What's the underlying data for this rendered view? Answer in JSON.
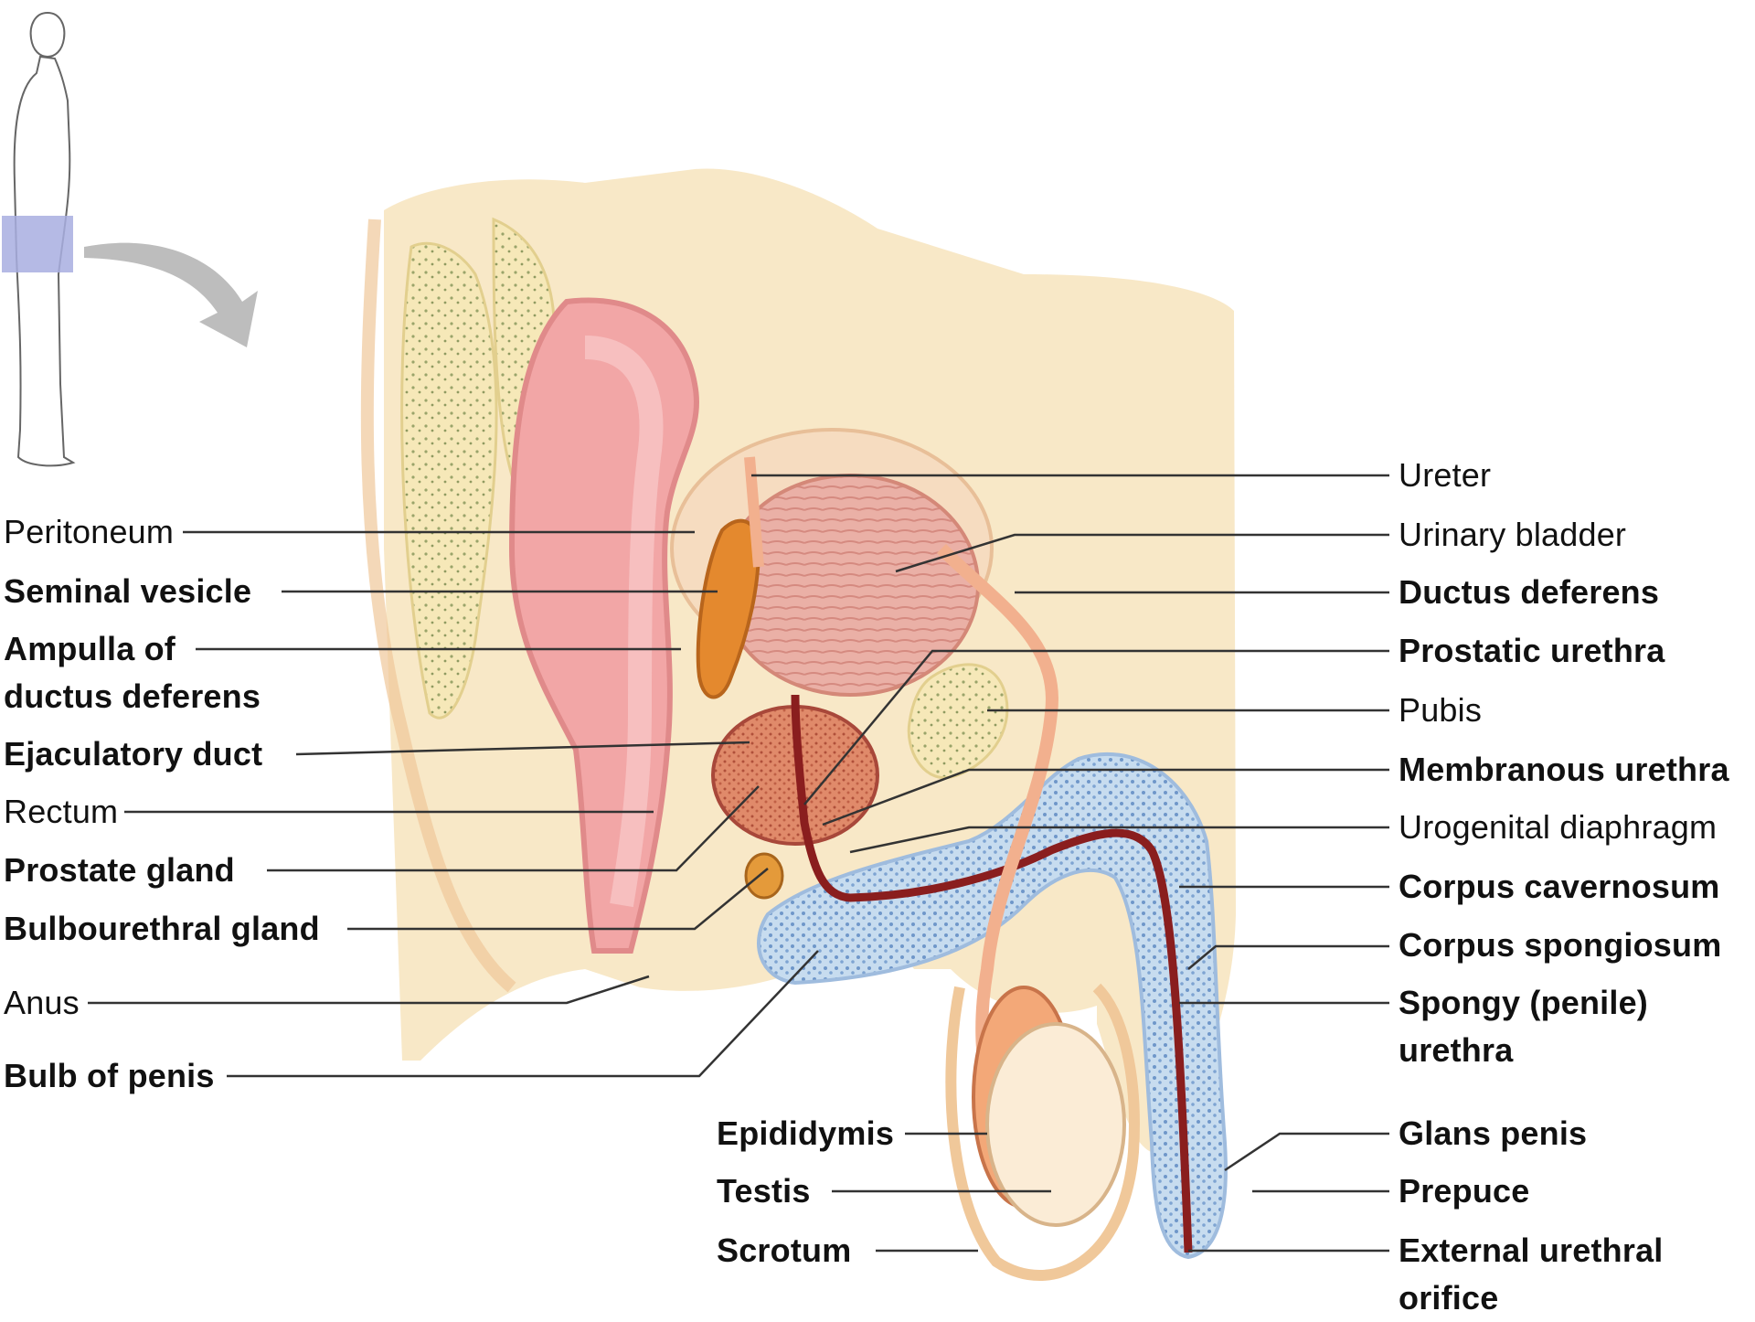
{
  "labels_left": {
    "peritoneum": "Peritoneum",
    "seminal_vesicle": "Seminal vesicle",
    "ampulla_line1": "Ampulla of",
    "ampulla_line2": "ductus deferens",
    "ejaculatory_duct": "Ejaculatory duct",
    "rectum": "Rectum",
    "prostate_gland": "Prostate gland",
    "bulbourethral_gland": "Bulbourethral gland",
    "anus": "Anus",
    "bulb_of_penis": "Bulb of penis"
  },
  "labels_bottom": {
    "epididymis": "Epididymis",
    "testis": "Testis",
    "scrotum": "Scrotum"
  },
  "labels_right": {
    "ureter": "Ureter",
    "urinary_bladder": "Urinary bladder",
    "ductus_deferens": "Ductus deferens",
    "prostatic_urethra": "Prostatic urethra",
    "pubis": "Pubis",
    "membranous_urethra": "Membranous urethra",
    "urogenital_diaphragm": "Urogenital diaphragm",
    "corpus_cavernosum": "Corpus cavernosum",
    "corpus_spongiosum": "Corpus spongiosum",
    "spongy_line1": "Spongy (penile)",
    "spongy_line2": "urethra",
    "glans_penis": "Glans penis",
    "prepuce": "Prepuce",
    "external_line1": "External urethral",
    "external_line2": "orifice"
  },
  "colors": {
    "skin": "#f8e7c4",
    "skin_edge": "#f0c89a",
    "rectum": "#f2a6a6",
    "bladder": "#e8a59a",
    "seminal_vesicle": "#e4892e",
    "prostate": "#d7775a",
    "erectile_blue": "#b9d3ea",
    "urethra": "#8a1e1e",
    "ductus": "#f2b08e",
    "testis": "#fbecd6",
    "leader": "#333333",
    "locator_box": "#a8aee0",
    "arrow": "#bdbdbd"
  }
}
